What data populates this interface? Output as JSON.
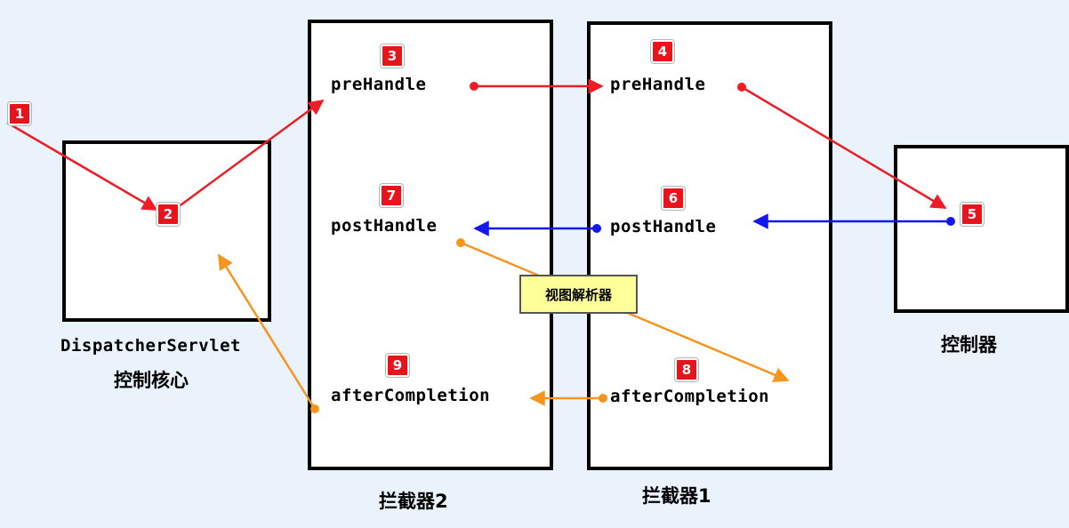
{
  "diagram": {
    "badges": [
      "1",
      "2",
      "3",
      "4",
      "5",
      "6",
      "7",
      "8",
      "9"
    ],
    "dispatcher": {
      "title": "DispatcherServlet",
      "subtitle": "控制核心"
    },
    "interceptor2": {
      "caption": "拦截器2"
    },
    "interceptor1": {
      "caption": "拦截器1"
    },
    "controller": {
      "caption": "控制器"
    },
    "methods": {
      "prehandle": "preHandle",
      "posthandle": "postHandle",
      "aftercompletion": "afterCompletion"
    },
    "view_resolver": "视图解析器",
    "colors": {
      "request_flow": "#ee1c25",
      "post_flow": "#1418ef",
      "after_flow": "#f7941d",
      "badge": "#e8141b",
      "background": "#eaf3fb",
      "view_resolver_fill": "#ffff99"
    }
  }
}
